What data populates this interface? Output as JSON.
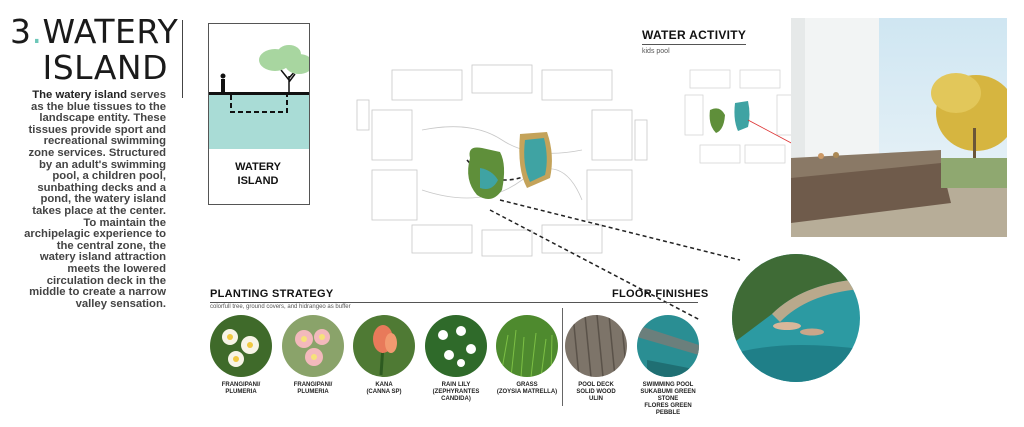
{
  "title": {
    "number": "3",
    "dot": ".",
    "line1": "WATERY",
    "line2": "ISLAND"
  },
  "description": {
    "lead": "The watery island",
    "body": " serves as the blue tissues to the landscape entity. These tissues provide sport and recreational swimming zone services. Structured by an adult's swimming pool, a children pool, sunbathing decks and a pond, the watery island takes place at the center. To maintain the archipelagic experience to the central zone, the watery island attraction meets the lowered circulation deck in the middle to create a narrow valley sensation."
  },
  "diagram_card": {
    "label_line1": "WATERY",
    "label_line2": "ISLAND"
  },
  "water_activity": {
    "title": "WATER ACTIVITY",
    "subtitle": "kids pool"
  },
  "planting": {
    "title": "PLANTING STRATEGY",
    "subtitle": "colorfull tree, ground covers, and hidrangeo as buffer",
    "items": [
      {
        "line1": "FRANGIPANI/",
        "line2": "PLUMERIA"
      },
      {
        "line1": "FRANGIPANI/",
        "line2": "PLUMERIA"
      },
      {
        "line1": "KANA",
        "line2": "(CANNA SP)"
      },
      {
        "line1": "RAIN LILY",
        "line2": "(ZEPHYRANTES CANDIDA)"
      },
      {
        "line1": "GRASS",
        "line2": "(ZOYSIA MATRELLA)"
      }
    ]
  },
  "floor": {
    "title": "FLOOR FINISHES",
    "items": [
      {
        "line1": "POOL DECK",
        "line2": "SOLID WOOD",
        "line3": "ULIN"
      },
      {
        "line1": "SWIMMING POOL",
        "line2": "SUKABUMI GREEN STONE",
        "line3": "FLORES GREEN PEBBLE"
      }
    ]
  },
  "colors": {
    "accent": "#6cc7b8",
    "water": "#a9dcd6",
    "pool": "#3fa3a3",
    "foliage": "#5f8f3a"
  }
}
